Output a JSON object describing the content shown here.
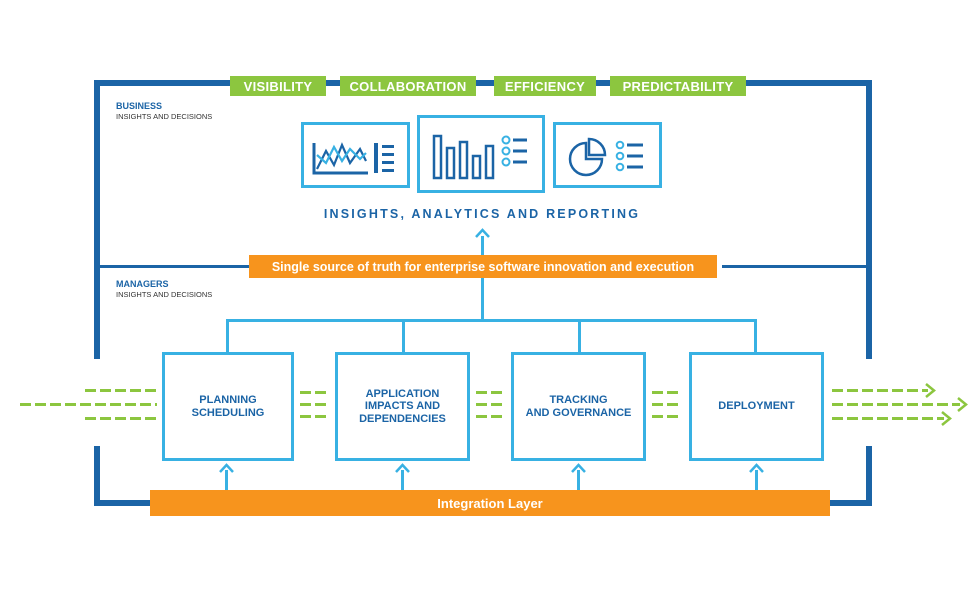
{
  "tags": [
    "VISIBILITY",
    "COLLABORATION",
    "EFFICIENCY",
    "PREDICTABILITY"
  ],
  "business": {
    "title": "BUSINESS",
    "subtitle": "INSIGHTS AND DECISIONS"
  },
  "managers": {
    "title": "MANAGERS",
    "subtitle": "INSIGHTS AND DECISIONS"
  },
  "icons": [
    "line-chart-icon",
    "bar-chart-icon",
    "pie-chart-icon"
  ],
  "headline": "INSIGHTS, ANALYTICS AND REPORTING",
  "source_of_truth": "Single source of truth for enterprise software innovation and execution",
  "stages": [
    "PLANNING\nSCHEDULING",
    "APPLICATION\nIMPACTS AND\nDEPENDENCIES",
    "TRACKING\nAND GOVERNANCE",
    "DEPLOYMENT"
  ],
  "integration": "Integration Layer",
  "colors": {
    "frame": "#1b64a6",
    "accent_green": "#8cc63f",
    "accent_orange": "#f7941d",
    "light_blue": "#38b1e3"
  }
}
